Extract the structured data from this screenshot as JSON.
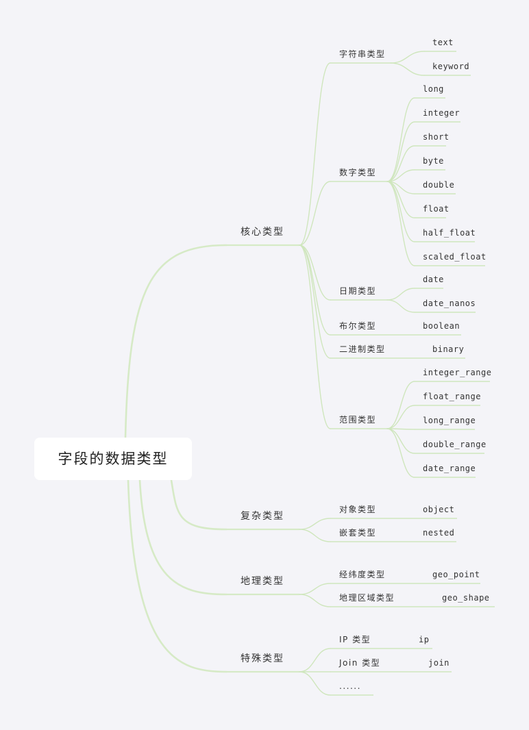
{
  "mindmap": {
    "root": "字段的数据类型",
    "edge_color": "#cfe6bd",
    "branches": [
      {
        "label": "核心类型",
        "children": [
          {
            "label": "字符串类型",
            "children": [
              "text",
              "keyword"
            ]
          },
          {
            "label": "数字类型",
            "children": [
              "long",
              "integer",
              "short",
              "byte",
              "double",
              "float",
              "half_float",
              "scaled_float"
            ]
          },
          {
            "label": "日期类型",
            "children": [
              "date",
              "date_nanos"
            ]
          },
          {
            "label": "布尔类型",
            "children": [
              "boolean"
            ]
          },
          {
            "label": "二进制类型",
            "children": [
              "binary"
            ]
          },
          {
            "label": "范围类型",
            "children": [
              "integer_range",
              "float_range",
              "long_range",
              "double_range",
              "date_range"
            ]
          }
        ]
      },
      {
        "label": "复杂类型",
        "children": [
          {
            "label": "对象类型",
            "children": [
              "object"
            ]
          },
          {
            "label": "嵌套类型",
            "children": [
              "nested"
            ]
          }
        ]
      },
      {
        "label": "地理类型",
        "children": [
          {
            "label": "经纬度类型",
            "children": [
              "geo_point"
            ]
          },
          {
            "label": "地理区域类型",
            "children": [
              "geo_shape"
            ]
          }
        ]
      },
      {
        "label": "特殊类型",
        "children": [
          {
            "label": "IP 类型",
            "children": [
              "ip"
            ]
          },
          {
            "label": "Join 类型",
            "children": [
              "join"
            ]
          },
          {
            "label": "......",
            "children": []
          }
        ]
      }
    ]
  }
}
